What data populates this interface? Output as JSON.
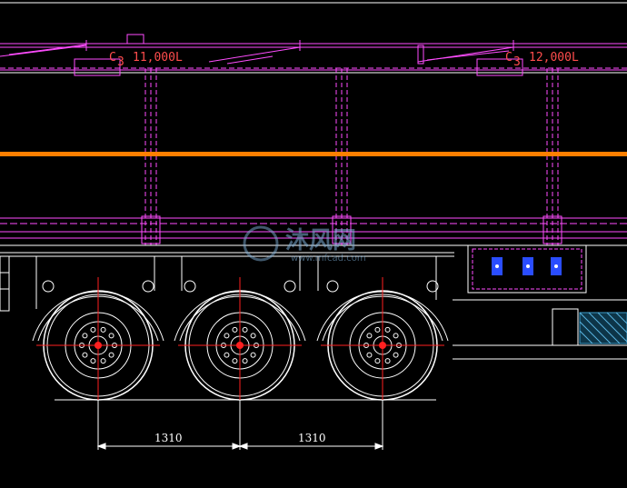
{
  "compartments": [
    {
      "label_prefix": "C",
      "label_sub": "3",
      "capacity": "11,000L"
    },
    {
      "label_prefix": "C",
      "label_sub": "3",
      "capacity": "12,000L"
    }
  ],
  "dimensions": [
    "1310",
    "1310"
  ],
  "watermark": {
    "title": "沐风网",
    "url": "www.mfcad.com"
  },
  "colors": {
    "frame": "#ffffff",
    "piping": "#ff4dff",
    "stripe": "#ff7f00",
    "centerline": "#ff2020",
    "valve": "#2a4dff"
  }
}
